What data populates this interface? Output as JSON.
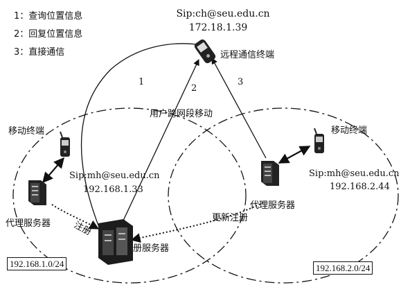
{
  "legend": [
    "1：查询位置信息",
    "2：回复位置信息",
    "3：直接通信"
  ],
  "remote": {
    "sip": "Sip:ch@seu.edu.cn",
    "ip": "172.18.1.39",
    "label": "远程通信终端"
  },
  "roaming_label": "用户跨网段移动",
  "left_network": {
    "terminal_label": "移动终端",
    "sip": "Sip:mh@seu.edu.cn",
    "ip": "192.168.1.33",
    "proxy_label": "代理服务器",
    "register_label": "注册",
    "subnet": "192.168.1.0/24"
  },
  "right_network": {
    "terminal_label": "移动终端",
    "sip": "Sip:mh@seu.edu.cn",
    "ip": "192.168.2.44",
    "proxy_label": "代理服务器",
    "update_label": "更新注册",
    "subnet": "192.168.2.0/24"
  },
  "registrar_label": "册服务器",
  "path_numbers": [
    "1",
    "2",
    "3"
  ]
}
